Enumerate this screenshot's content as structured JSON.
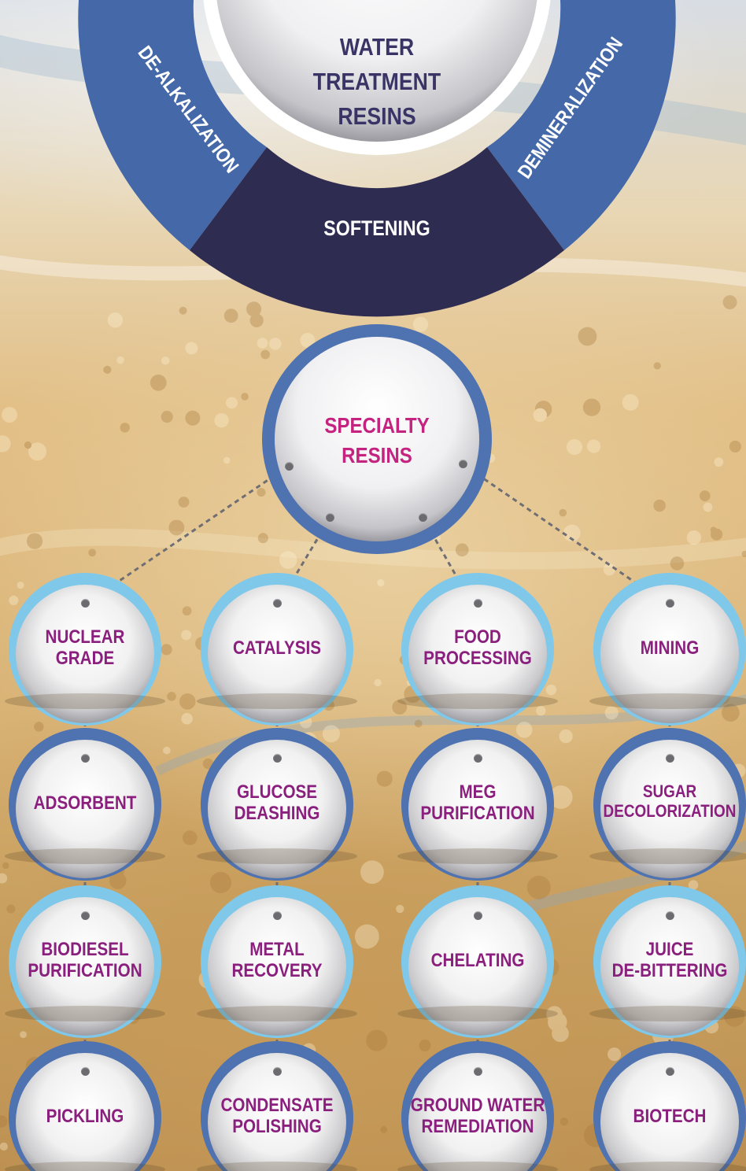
{
  "water_treatment": {
    "title": "WATER\nTREATMENT\nRESINS",
    "segments": {
      "left": "DE-ALKALIZATION",
      "bottom": "SOFTENING",
      "right": "DEMINERALIZATION"
    }
  },
  "specialty": {
    "title": "SPECIALTY\nRESINS"
  },
  "grid": {
    "rows": [
      [
        "NUCLEAR\nGRADE",
        "CATALYSIS",
        "FOOD\nPROCESSING",
        "MINING"
      ],
      [
        "ADSORBENT",
        "GLUCOSE\nDEASHING",
        "MEG\nPURIFICATION",
        "SUGAR\nDECOLORIZATION"
      ],
      [
        "BIODIESEL\nPURIFICATION",
        "METAL\nRECOVERY",
        "CHELATING",
        "JUICE\nDE-BITTERING"
      ],
      [
        "PICKLING",
        "CONDENSATE\nPOLISHING",
        "GROUND WATER\nREMEDIATION",
        "BIOTECH"
      ]
    ]
  },
  "colors": {
    "ring_light_blue": "#7fc8ea",
    "ring_mid_blue": "#4f72b0",
    "segment_blue": "#4468a8",
    "segment_navy": "#2f2c52",
    "label_magenta": "#8a1f7e",
    "specialty_magenta": "#c4237f",
    "hub_title": "#3a3466"
  }
}
